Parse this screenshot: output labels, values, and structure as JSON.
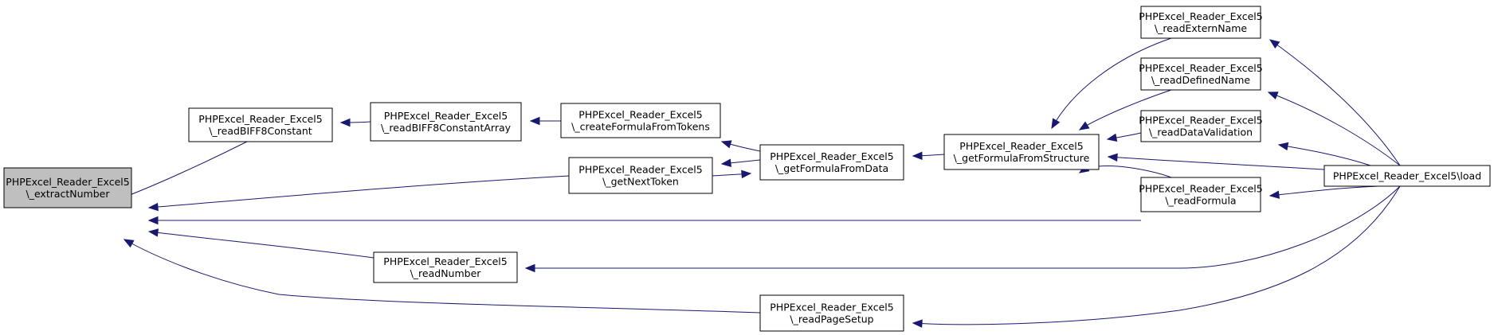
{
  "colors": {
    "edge": "#191970",
    "node_fill": "#ffffff",
    "focus_fill": "#bfbfbf",
    "border": "#000000"
  },
  "nodes": [
    {
      "id": "extractNumber",
      "lines": [
        "PHPExcel_Reader_Excel5",
        "\\_extractNumber"
      ],
      "focus": true
    },
    {
      "id": "readBIFF8Constant",
      "lines": [
        "PHPExcel_Reader_Excel5",
        "\\_readBIFF8Constant"
      ]
    },
    {
      "id": "readBIFF8ConstantArray",
      "lines": [
        "PHPExcel_Reader_Excel5",
        "\\_readBIFF8ConstantArray"
      ]
    },
    {
      "id": "createFormulaFromTokens",
      "lines": [
        "PHPExcel_Reader_Excel5",
        "\\_createFormulaFromTokens"
      ]
    },
    {
      "id": "getNextToken",
      "lines": [
        "PHPExcel_Reader_Excel5",
        "\\_getNextToken"
      ]
    },
    {
      "id": "getFormulaFromData",
      "lines": [
        "PHPExcel_Reader_Excel5",
        "\\_getFormulaFromData"
      ]
    },
    {
      "id": "getFormulaFromStructure",
      "lines": [
        "PHPExcel_Reader_Excel5",
        "\\_getFormulaFromStructure"
      ]
    },
    {
      "id": "readExternName",
      "lines": [
        "PHPExcel_Reader_Excel5",
        "\\_readExternName"
      ]
    },
    {
      "id": "readDefinedName",
      "lines": [
        "PHPExcel_Reader_Excel5",
        "\\_readDefinedName"
      ]
    },
    {
      "id": "readDataValidation",
      "lines": [
        "PHPExcel_Reader_Excel5",
        "\\_readDataValidation"
      ]
    },
    {
      "id": "readFormula",
      "lines": [
        "PHPExcel_Reader_Excel5",
        "\\_readFormula"
      ]
    },
    {
      "id": "load",
      "lines": [
        "PHPExcel_Reader_Excel5\\load"
      ]
    },
    {
      "id": "readNumber",
      "lines": [
        "PHPExcel_Reader_Excel5",
        "\\_readNumber"
      ]
    },
    {
      "id": "readPageSetup",
      "lines": [
        "PHPExcel_Reader_Excel5",
        "\\_readPageSetup"
      ]
    }
  ],
  "edges": [
    {
      "from": "readBIFF8Constant",
      "to": "extractNumber"
    },
    {
      "from": "getNextToken",
      "to": "extractNumber"
    },
    {
      "from": "readFormula",
      "to": "extractNumber"
    },
    {
      "from": "readNumber",
      "to": "extractNumber"
    },
    {
      "from": "readPageSetup",
      "to": "extractNumber"
    },
    {
      "from": "readBIFF8ConstantArray",
      "to": "readBIFF8Constant"
    },
    {
      "from": "createFormulaFromTokens",
      "to": "readBIFF8ConstantArray"
    },
    {
      "from": "getFormulaFromData",
      "to": "createFormulaFromTokens"
    },
    {
      "from": "getFormulaFromData",
      "to": "getNextToken"
    },
    {
      "from": "getNextToken",
      "to": "getFormulaFromData"
    },
    {
      "from": "getFormulaFromStructure",
      "to": "getFormulaFromData"
    },
    {
      "from": "readExternName",
      "to": "getFormulaFromStructure"
    },
    {
      "from": "readDefinedName",
      "to": "getFormulaFromStructure"
    },
    {
      "from": "readDataValidation",
      "to": "getFormulaFromStructure"
    },
    {
      "from": "load",
      "to": "getFormulaFromStructure"
    },
    {
      "from": "readFormula",
      "to": "getFormulaFromStructure"
    },
    {
      "from": "load",
      "to": "readExternName"
    },
    {
      "from": "load",
      "to": "readDefinedName"
    },
    {
      "from": "load",
      "to": "readDataValidation"
    },
    {
      "from": "load",
      "to": "readFormula"
    },
    {
      "from": "load",
      "to": "readNumber"
    },
    {
      "from": "load",
      "to": "readPageSetup"
    }
  ]
}
